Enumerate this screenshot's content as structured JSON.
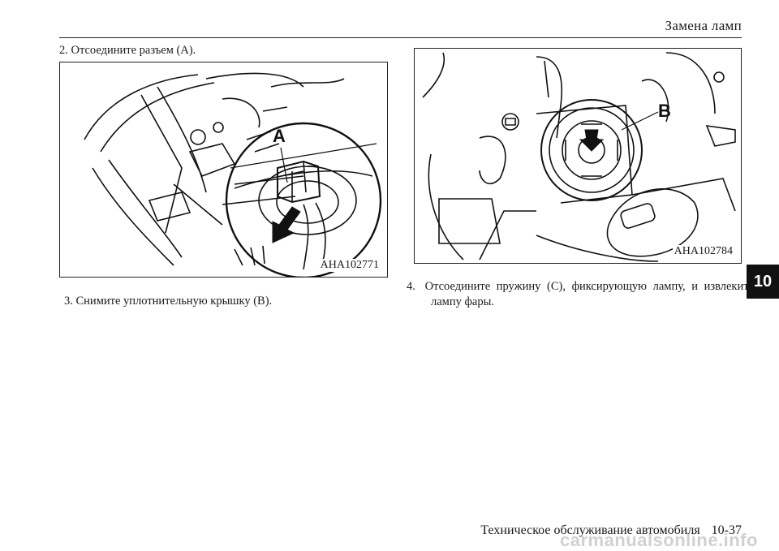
{
  "header": {
    "title": "Замена ламп"
  },
  "steps": [
    {
      "num": "2.",
      "text": "Отсоедините разъем (A)."
    },
    {
      "num": "3.",
      "text": "Снимите уплотнительную крышку (B)."
    },
    {
      "num": "4.",
      "text": "Отсоедините пружину (C), фиксирующую лампу, и извлеките лампу фары."
    }
  ],
  "figures": [
    {
      "code": "AHA102771",
      "callout": "A"
    },
    {
      "code": "AHA102784",
      "callout": "B"
    }
  ],
  "chapter_tab": "10",
  "footer": {
    "section": "Техническое обслуживание автомобиля",
    "page": "10-37"
  },
  "watermark": "carmanualsonline.info"
}
